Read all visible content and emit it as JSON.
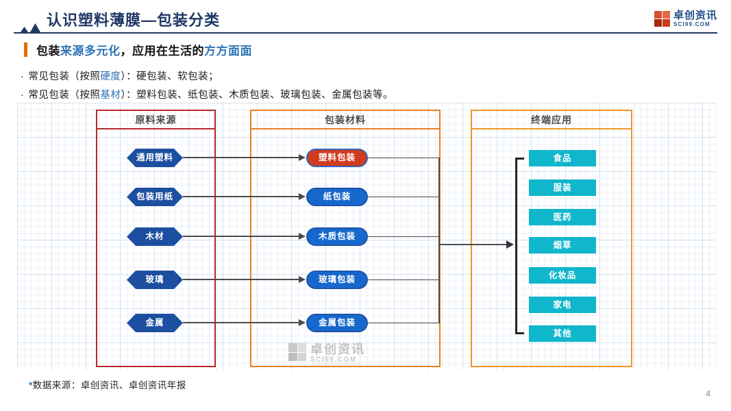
{
  "header": {
    "title": "认识塑料薄膜—包装分类",
    "brand": {
      "name": "卓创资讯",
      "domain": "SCI99.COM"
    }
  },
  "subtitle": {
    "seg_1": "包装",
    "seg_2": "来源多元化",
    "seg_3": "，应用在生活的",
    "seg_4": "方方面面"
  },
  "bullets": [
    {
      "marker": "·",
      "pre": "常见包装（按照",
      "highlight": "硬度",
      "post": "）：硬包装、软包装；"
    },
    {
      "marker": "·",
      "pre": "常见包装（按照",
      "highlight": "基材",
      "post": "）：塑料包装、纸包装、木质包装、玻璃包装、金属包装等。"
    }
  ],
  "diagram": {
    "sources": {
      "header": "原料来源",
      "items": [
        "通用塑料",
        "包装用纸",
        "木材",
        "玻璃",
        "金属"
      ]
    },
    "materials": {
      "header": "包装材料",
      "items": [
        "塑料包装",
        "纸包装",
        "木质包装",
        "玻璃包装",
        "金属包装"
      ],
      "highlighted": "塑料包装"
    },
    "applications": {
      "header": "终端应用",
      "items": [
        "食品",
        "服装",
        "医药",
        "烟草",
        "化妆品",
        "家电",
        "其他"
      ]
    }
  },
  "watermark": {
    "name": "卓创资讯",
    "domain": "SCI99.COM"
  },
  "footnote": {
    "marker": "*",
    "text": "数据来源：卓创资讯、卓创资讯年报"
  },
  "page_number": "4",
  "colors": {
    "title_navy": "#1f3864",
    "accent_orange": "#e36c09",
    "highlight_blue_text": "#2e74b5",
    "sources_border_red": "#b8272c",
    "materials_border_orange": "#e8801f",
    "applications_border_orange": "#f29423",
    "hexagon_blue": "#1d4fa0",
    "pill_blue": "#1668cd",
    "highlight_pill_red": "#d23b1e",
    "application_cyan": "#10b6cb"
  }
}
